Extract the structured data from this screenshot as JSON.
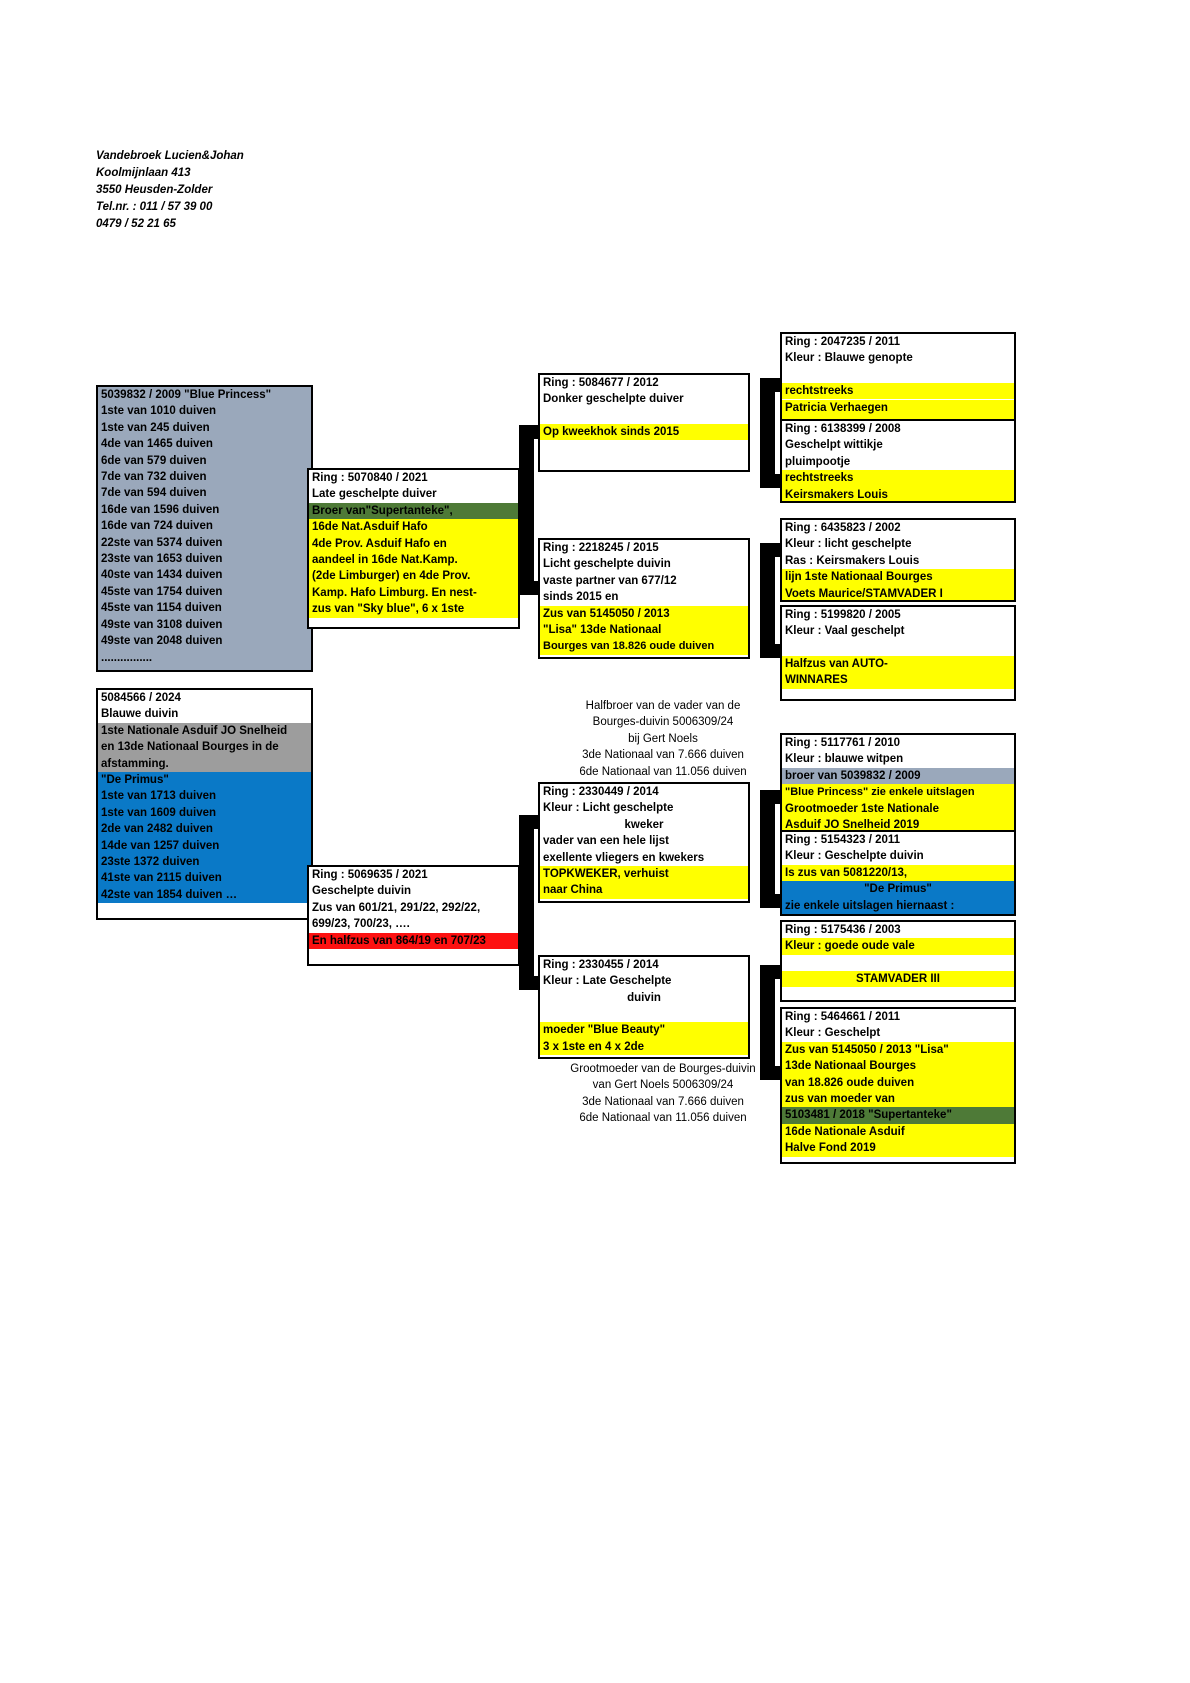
{
  "breeder": {
    "name": "Vandebroek Lucien&Johan",
    "street": "Koolmijnlaan 413",
    "city": "3550 Heusden-Zolder",
    "phone": "Tel.nr. : 011 / 57 39 00",
    "mobile": "0479 / 52 21 65"
  },
  "subject_top": {
    "ring": "5039832 / 2009 \"Blue Princess\"",
    "results": [
      "1ste van 1010 duiven",
      "1ste van 245 duiven",
      "4de van 1465 duiven",
      "6de van 579 duiven",
      "7de van 732 duiven",
      "7de van 594 duiven",
      "16de van 1596 duiven",
      "16de van 724 duiven",
      "22ste van 5374 duiven",
      "23ste van 1653 duiven",
      "40ste van 1434 duiven",
      "45ste van 1754 duiven",
      "45ste van 1154 duiven",
      "49ste van 3108 duiven",
      "49ste van 2048 duiven",
      "................"
    ]
  },
  "subject_bottom": {
    "ring": "5084566 / 2024",
    "colour": "Blauwe duivin",
    "grey_note": [
      "1ste Nationale Asduif JO Snelheid",
      "en 13de Nationaal Bourges in de",
      "afstamming."
    ],
    "blue_note": [
      "\"De Primus\"",
      "1ste van 1713 duiven",
      "1ste van 1609 duiven",
      "2de van 2482 duiven",
      "14de van 1257 duiven",
      "23ste 1372 duiven",
      "41ste van 2115 duiven",
      "42ste van 1854 duiven …"
    ]
  },
  "gen2": {
    "sire": {
      "ring": "Ring : 5070840 / 2021",
      "colour": "Late geschelpte duiver",
      "green": "Broer van\"Supertanteke\",",
      "yellow": [
        "16de Nat.Asduif Hafo",
        "4de Prov. Asduif Hafo en",
        "aandeel in 16de Nat.Kamp.",
        "(2de Limburger) en 4de Prov.",
        "Kamp. Hafo Limburg. En nest-",
        "zus van \"Sky blue\", 6 x 1ste"
      ]
    },
    "dam": {
      "ring": "Ring : 5069635 / 2021",
      "colour": "Geschelpte duivin",
      "white": [
        "Zus van 601/21, 291/22, 292/22,",
        "699/23, 700/23, …."
      ],
      "red": "En halfzus van 864/19 en 707/23"
    }
  },
  "gen3": {
    "b1": {
      "ring": "Ring : 5084677 / 2012",
      "colour": "Donker geschelpte duiver",
      "yellow": [
        "Op kweekhok sinds 2015"
      ]
    },
    "b2": {
      "ring": "Ring : 2218245 / 2015",
      "colour": "Licht geschelpte duivin",
      "white": [
        "vaste partner van 677/12",
        "sinds 2015 en"
      ],
      "yellow": [
        "Zus van 5145050 / 2013",
        "\"Lisa\"  13de Nationaal",
        "Bourges van 18.826 oude duiven"
      ]
    },
    "b3": {
      "ring": "Ring : 2330449 / 2014",
      "colour": "Kleur : Licht geschelpte",
      "colour2": "kweker",
      "white": [
        "vader van een hele lijst",
        "exellente vliegers en kwekers"
      ],
      "yellow": [
        "TOPKWEKER, verhuist",
        "naar China"
      ]
    },
    "b4": {
      "ring": "Ring : 2330455 / 2014",
      "colour": "Kleur : Late Geschelpte",
      "colour2": "duivin",
      "yellow": [
        "moeder \"Blue Beauty\"",
        "3 x 1ste en 4 x 2de"
      ]
    }
  },
  "gen4": {
    "c1": {
      "ring": "Ring : 2047235 / 2011",
      "colour": "Kleur : Blauwe genopte",
      "yellow": [
        "rechtstreeks",
        "Patricia Verhaegen"
      ]
    },
    "c2": {
      "ring": "Ring : 6138399 / 2008",
      "colour": "Geschelpt wittikje",
      "colour2": "pluimpootje",
      "yellow": [
        "rechtstreeks",
        "Keirsmakers Louis"
      ]
    },
    "c3": {
      "ring": "Ring : 6435823 / 2002",
      "colour": "Kleur : licht geschelpte",
      "colour2": "Ras : Keirsmakers Louis",
      "yellow": [
        "lijn 1ste Nationaal Bourges",
        "Voets Maurice/STAMVADER I"
      ]
    },
    "c4": {
      "ring": "Ring :  5199820 / 2005",
      "colour": "Kleur : Vaal geschelpt",
      "yellow": [
        "Halfzus van AUTO-",
        "WINNARES"
      ]
    },
    "c5": {
      "ring": "Ring : 5117761 / 2010",
      "colour": "Kleur : blauwe witpen",
      "grey": "broer van 5039832 / 2009",
      "yellow": [
        "\"Blue Princess\" zie enkele uitslagen",
        "Grootmoeder 1ste Nationale",
        "Asduif JO Snelheid 2019"
      ]
    },
    "c6": {
      "ring": "Ring : 5154323 / 2011",
      "colour": "Kleur : Geschelpte duivin",
      "yellow": [
        "Is zus van 5081220/13,"
      ],
      "blue": [
        "\"De Primus\"",
        "zie enkele uitslagen hiernaast :"
      ]
    },
    "c7": {
      "ring": "Ring : 5175436 / 2003",
      "yellow_colour": "Kleur : goede oude vale",
      "yellow": [
        "STAMVADER III"
      ]
    },
    "c8": {
      "ring": "Ring : 5464661 / 2011",
      "colour": "Kleur : Geschelpt",
      "yellow": [
        "Zus van 5145050 / 2013 \"Lisa\"",
        "13de Nationaal Bourges",
        "van 18.826 oude duiven",
        "zus van moeder van"
      ],
      "green": "5103481 / 2018 \"Supertanteke\"",
      "yellow2": [
        "16de Nationale Asduif",
        "Halve Fond 2019"
      ]
    }
  },
  "notes": {
    "mid_upper": [
      "Halfbroer van de vader van de",
      "Bourges-duivin 5006309/24",
      "bij Gert Noels",
      "3de Nationaal van 7.666 duiven",
      "6de Nationaal van 11.056 duiven"
    ],
    "mid_lower": [
      "Grootmoeder van de Bourges-duivin",
      "van Gert Noels 5006309/24",
      "3de Nationaal van 7.666 duiven",
      "6de Nationaal van 11.056 duiven"
    ]
  },
  "colors": {
    "yellow": "#ffff00",
    "green": "#4e7a37",
    "blue": "#0a79c7",
    "red": "#fd1111",
    "grey_blue": "#9aa8bb",
    "grey": "#9d9d9d"
  }
}
